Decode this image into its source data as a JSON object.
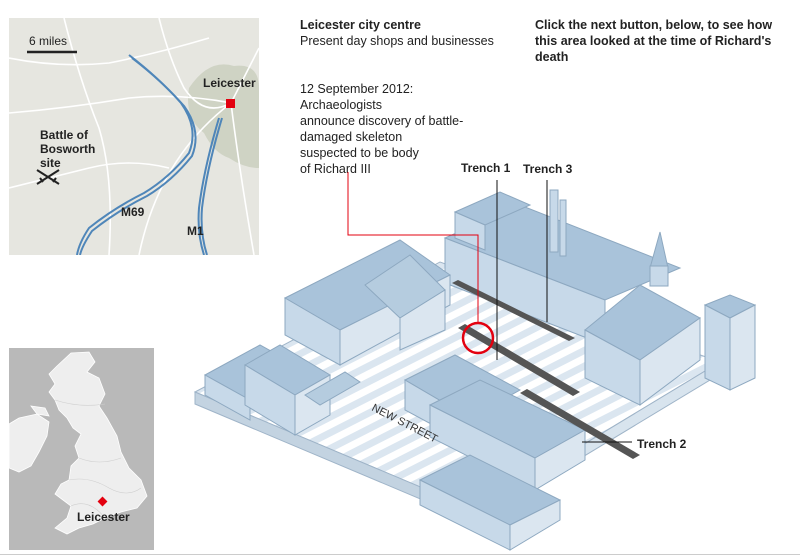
{
  "header": {
    "title": "Leicester city centre",
    "subtitle": "Present day shops and businesses",
    "instruction": "Click the next button, below, to see how this area looked at the time of Richard's death"
  },
  "annotation": {
    "date": "12 September 2012:",
    "line1": "Archaeologists",
    "line2": "announce discovery of battle-",
    "line3": "damaged skeleton",
    "line4": "suspected to be body",
    "line5": "of Richard III"
  },
  "region_map": {
    "scale_label": "6 miles",
    "city_label": "Leicester",
    "battle_line1": "Battle of",
    "battle_line2": "Bosworth",
    "battle_line3": "site",
    "road_m69": "M69",
    "road_m1": "M1",
    "marker_color": "#e3000f"
  },
  "uk_map": {
    "city_label": "Leicester",
    "marker_color": "#e3000f"
  },
  "scene": {
    "trench1_label": "Trench 1",
    "trench2_label": "Trench 2",
    "trench3_label": "Trench 3",
    "street_label": "NEW STREET",
    "building_color": "#b8cfe4",
    "circle_color": "#e3000f"
  }
}
